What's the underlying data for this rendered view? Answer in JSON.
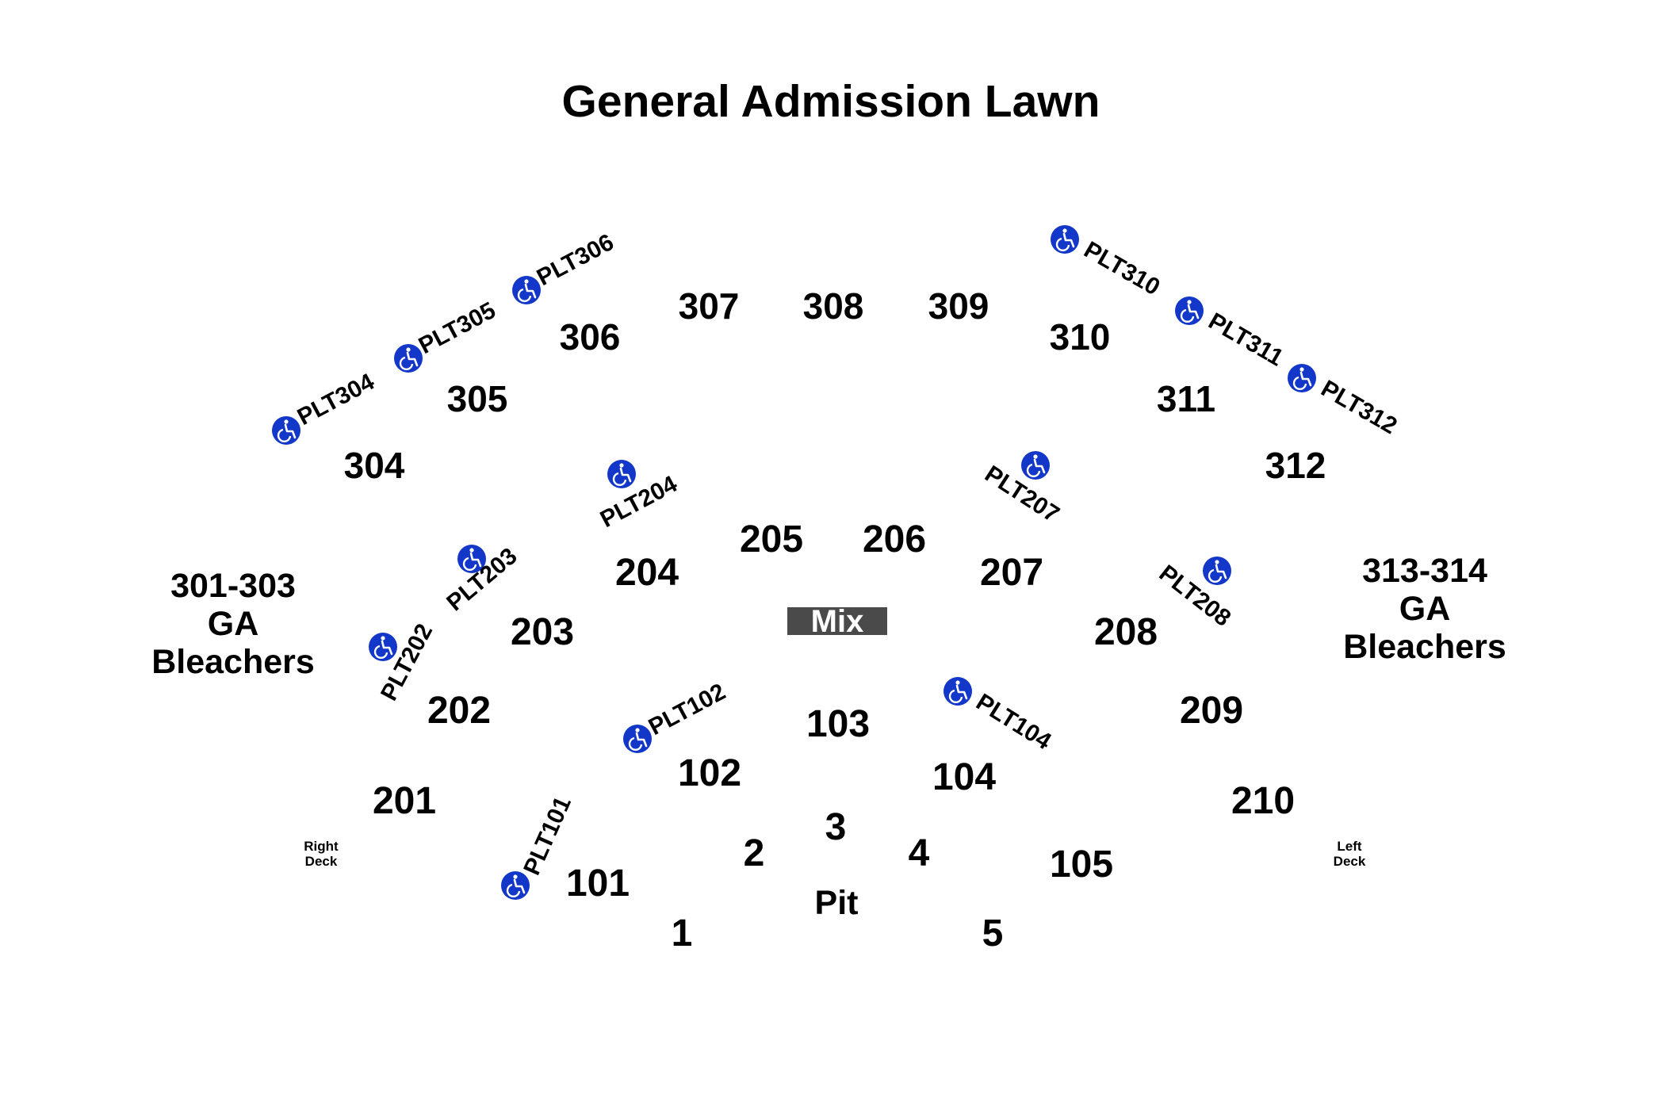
{
  "title": "General Admission Lawn",
  "colors": {
    "accessible": "#1237C9",
    "mix_box": "#4A4A4A",
    "text": "#000000",
    "background": "#FFFFFF"
  },
  "icon": "wheelchair-accessible-icon",
  "mix": "Mix",
  "pit": "Pit",
  "ga_left": {
    "line1": "301-303",
    "line2": "GA",
    "line3": "Bleachers"
  },
  "ga_right": {
    "line1": "313-314",
    "line2": "GA",
    "line3": "Bleachers"
  },
  "decks": {
    "right": {
      "line1": "Right",
      "line2": "Deck"
    },
    "left": {
      "line1": "Left",
      "line2": "Deck"
    }
  },
  "sections": {
    "s304": "304",
    "s305": "305",
    "s306": "306",
    "s307": "307",
    "s308": "308",
    "s309": "309",
    "s310": "310",
    "s311": "311",
    "s312": "312",
    "s201": "201",
    "s202": "202",
    "s203": "203",
    "s204": "204",
    "s205": "205",
    "s206": "206",
    "s207": "207",
    "s208": "208",
    "s209": "209",
    "s210": "210",
    "s101": "101",
    "s102": "102",
    "s103": "103",
    "s104": "104",
    "s105": "105",
    "s1": "1",
    "s2": "2",
    "s3": "3",
    "s4": "4",
    "s5": "5"
  },
  "accessible": {
    "plt304": "PLT304",
    "plt305": "PLT305",
    "plt306": "PLT306",
    "plt310": "PLT310",
    "plt311": "PLT311",
    "plt312": "PLT312",
    "plt202": "PLT202",
    "plt203": "PLT203",
    "plt204": "PLT204",
    "plt207": "PLT207",
    "plt208": "PLT208",
    "plt101": "PLT101",
    "plt102": "PLT102",
    "plt104": "PLT104"
  }
}
